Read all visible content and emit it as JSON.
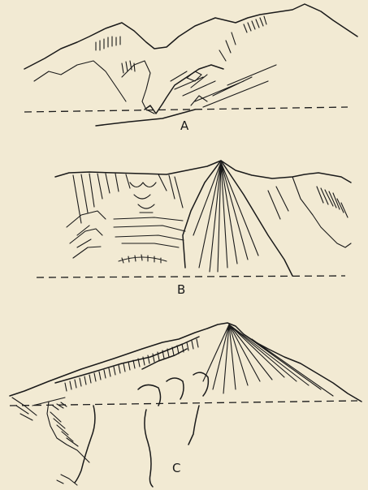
{
  "figure": {
    "panels": [
      {
        "label": "A"
      },
      {
        "label": "B"
      },
      {
        "label": "C"
      }
    ],
    "colors": {
      "paper": "#f2ead3",
      "ink": "#1a1a1a"
    }
  }
}
